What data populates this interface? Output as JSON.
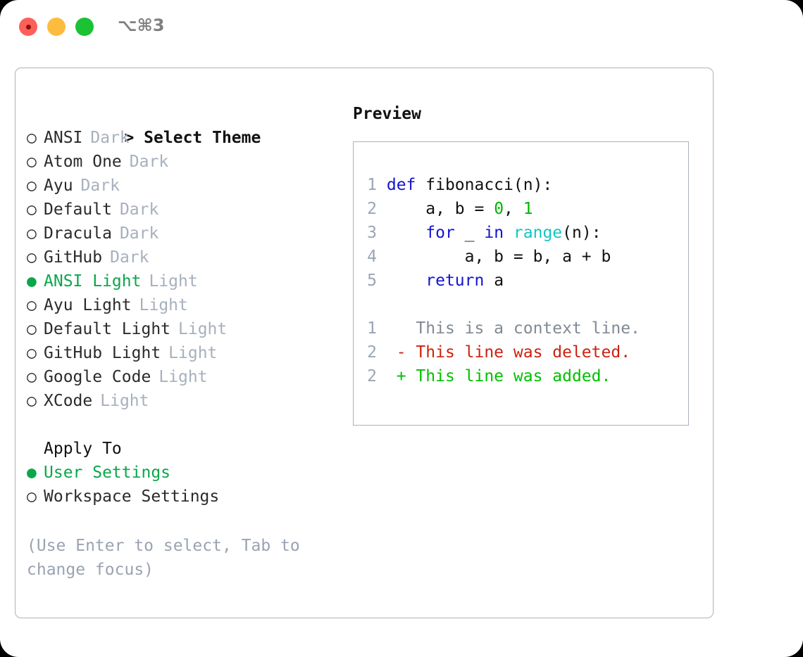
{
  "window": {
    "shortcut": "⌥⌘3",
    "traffic_lights": [
      {
        "name": "close",
        "color": "#fc6058"
      },
      {
        "name": "minimize",
        "color": "#fdbc40"
      },
      {
        "name": "maximize",
        "color": "#1ac234"
      }
    ]
  },
  "theme_picker": {
    "header": "> Select Theme",
    "caret": ">",
    "header_label": "Select Theme",
    "marker_unselected": "○",
    "marker_selected": "●",
    "selected_color": "#0aa74a",
    "kind_color": "#a7b0bd",
    "items": [
      {
        "marker": "○",
        "name": "ANSI",
        "kind": "Dark",
        "selected": false
      },
      {
        "marker": "○",
        "name": "Atom One",
        "kind": "Dark",
        "selected": false
      },
      {
        "marker": "○",
        "name": "Ayu",
        "kind": "Dark",
        "selected": false
      },
      {
        "marker": "○",
        "name": "Default",
        "kind": "Dark",
        "selected": false
      },
      {
        "marker": "○",
        "name": "Dracula",
        "kind": "Dark",
        "selected": false
      },
      {
        "marker": "○",
        "name": "GitHub",
        "kind": "Dark",
        "selected": false
      },
      {
        "marker": "●",
        "name": "ANSI Light",
        "kind": "Light",
        "selected": true
      },
      {
        "marker": "○",
        "name": "Ayu Light",
        "kind": "Light",
        "selected": false
      },
      {
        "marker": "○",
        "name": "Default Light",
        "kind": "Light",
        "selected": false
      },
      {
        "marker": "○",
        "name": "GitHub Light",
        "kind": "Light",
        "selected": false
      },
      {
        "marker": "○",
        "name": "Google Code",
        "kind": "Light",
        "selected": false
      },
      {
        "marker": "○",
        "name": "XCode",
        "kind": "Light",
        "selected": false
      }
    ]
  },
  "apply_to": {
    "header": "Apply To",
    "items": [
      {
        "marker": "●",
        "name": "User Settings",
        "selected": true
      },
      {
        "marker": "○",
        "name": "Workspace Settings",
        "selected": false
      }
    ]
  },
  "hint": "(Use Enter to select, Tab to change focus)",
  "preview": {
    "title": "Preview",
    "code": {
      "lines": [
        {
          "number": "1",
          "tokens": [
            {
              "text": "def ",
              "type": "kw"
            },
            {
              "text": "fibonacci",
              "type": "id"
            },
            {
              "text": "(n):",
              "type": "plain"
            }
          ]
        },
        {
          "number": "2",
          "tokens": [
            {
              "text": "    a, b = ",
              "type": "plain"
            },
            {
              "text": "0",
              "type": "num"
            },
            {
              "text": ", ",
              "type": "plain"
            },
            {
              "text": "1",
              "type": "num"
            }
          ]
        },
        {
          "number": "3",
          "tokens": [
            {
              "text": "    ",
              "type": "plain"
            },
            {
              "text": "for",
              "type": "kw"
            },
            {
              "text": " _ ",
              "type": "plain"
            },
            {
              "text": "in",
              "type": "kw"
            },
            {
              "text": " ",
              "type": "plain"
            },
            {
              "text": "range",
              "type": "fn"
            },
            {
              "text": "(n):",
              "type": "plain"
            }
          ]
        },
        {
          "number": "4",
          "tokens": [
            {
              "text": "        a, b = b, a + b",
              "type": "plain"
            }
          ]
        },
        {
          "number": "5",
          "tokens": [
            {
              "text": "    ",
              "type": "plain"
            },
            {
              "text": "return",
              "type": "kw"
            },
            {
              "text": " a",
              "type": "plain"
            }
          ]
        }
      ]
    },
    "diff": {
      "lines": [
        {
          "number": "1",
          "sign": " ",
          "text": " This is a context line.",
          "type": "ctx"
        },
        {
          "number": "2",
          "sign": "-",
          "text": " This line was deleted.",
          "type": "del"
        },
        {
          "number": "2",
          "sign": "+",
          "text": " This line was added.",
          "type": "add"
        }
      ]
    }
  },
  "colors": {
    "panel_border": "#aab2c0",
    "keyword": "#1414cf",
    "function": "#12c6c6",
    "number": "#00b400",
    "diff_context": "#808a94",
    "diff_delete": "#cc2211",
    "diff_add": "#00c000",
    "line_number": "#9aa5b5",
    "muted_text": "#9aa3b2"
  }
}
